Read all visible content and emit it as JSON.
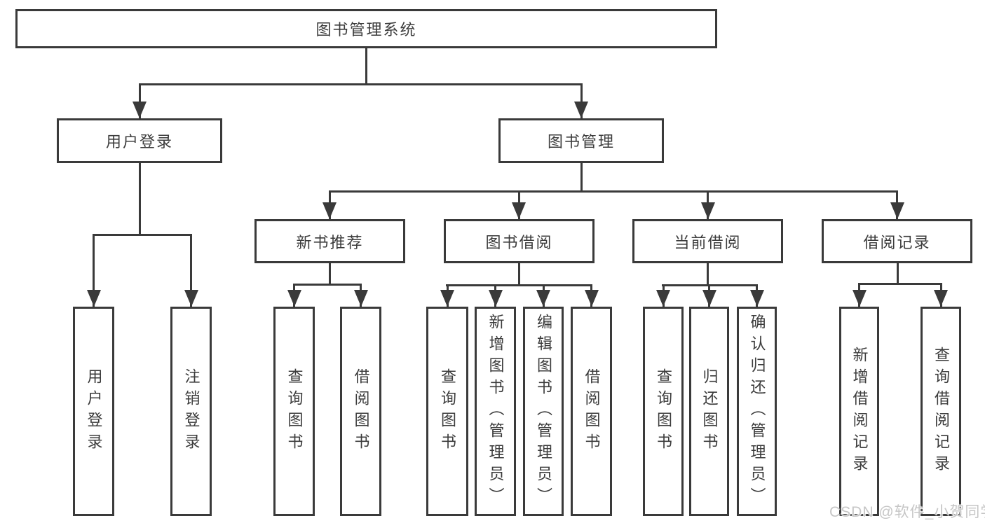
{
  "diagram": {
    "root": "图书管理系统",
    "level2": [
      "用户登录",
      "图书管理"
    ],
    "level3": [
      "新书推荐",
      "图书借阅",
      "当前借阅",
      "借阅记录"
    ],
    "leaves": [
      "用户登录",
      "注销登录",
      "查询图书",
      "借阅图书",
      "查询图书",
      "新增图书（管理员）",
      "编辑图书（管理员）",
      "借阅图书",
      "查询图书",
      "归还图书",
      "确认归还（管理员）",
      "新增借阅记录",
      "查询借阅记录"
    ]
  },
  "watermark": "CSDN @软件_小贺同学",
  "colors": {
    "line": "#3a3a3a",
    "text": "#3c3c3c",
    "watermark": "#c6c6c6",
    "background": "#ffffff"
  }
}
